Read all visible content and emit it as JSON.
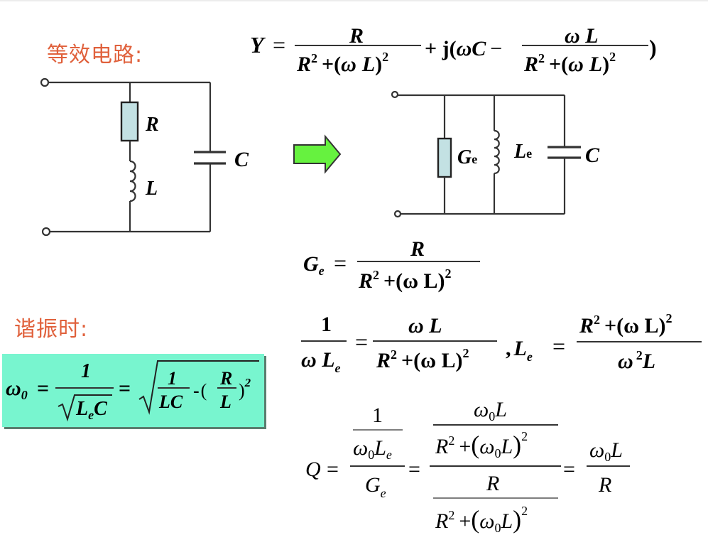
{
  "headings": {
    "equivalent_circuit": "等效电路:",
    "at_resonance": "谐振时:"
  },
  "colors": {
    "heading": "#e0613c",
    "resistor_fill": "#c3e1e3",
    "arrow_fill": "#66f23f",
    "highlight_box": "#78f5cf",
    "wire": "#333333"
  },
  "circuit_original": {
    "labels": {
      "resistor": "R",
      "inductor": "L",
      "capacitor": "C"
    }
  },
  "transform_arrow": {
    "icon": "right-arrow-icon"
  },
  "circuit_equivalent": {
    "labels": {
      "conductance": "G",
      "conductance_sub": "e",
      "inductor": "L",
      "inductor_sub": "e",
      "capacitor": "C"
    }
  },
  "formulas": {
    "admittance": {
      "lhs": "Y",
      "eq": "=",
      "num": "R",
      "den_a": "R",
      "sq": "2",
      "den_plus": "+",
      "den_paren_open": "(",
      "omega": "ω",
      "L": "L",
      "den_paren_close": ")",
      "plus_j": "+ j(",
      "omegaC": "ωC",
      "minus": "−",
      "num2": "ω L",
      "close": ")"
    },
    "Ge": {
      "lhs": "G",
      "sub": "e",
      "eq": "=",
      "num": "R",
      "den_R": "R",
      "sq": "2",
      "den_rest": "+(ω L)",
      "sq2": "2"
    },
    "Le_relation": {
      "num1": "1",
      "den1": "ω L",
      "den1_sub": "e",
      "eq": "=",
      "num2": "ω L",
      "den2_R": "R",
      "sq": "2",
      "den2_rest": "+(ω L)",
      "comma": ",",
      "lhs2": "L",
      "lhs2_sub": "e",
      "num3_R": "R",
      "num3_rest": "+(ω L)",
      "den3": "ω",
      "den3_sup": "2",
      "den3_L": "L"
    },
    "resonance_freq": {
      "lhs": "ω",
      "lhs_sub": "0",
      "eq": "=",
      "num": "1",
      "den_L": "L",
      "den_sub": "e",
      "den_C": "C",
      "inner_num": "1",
      "inner_den": "LC",
      "minus": "-",
      "paren_open": "(",
      "frac_num": "R",
      "frac_den": "L",
      "paren_close": ")",
      "sq": "2"
    },
    "Q_factor": {
      "lhs": "Q",
      "eq": "=",
      "one": "1",
      "omega0": "ω",
      "zero": "0",
      "L": "L",
      "sub_e": "e",
      "G": "G",
      "R": "R",
      "sq": "2",
      "plus": "+",
      "paren_open": "(",
      "paren_close": ")"
    }
  }
}
